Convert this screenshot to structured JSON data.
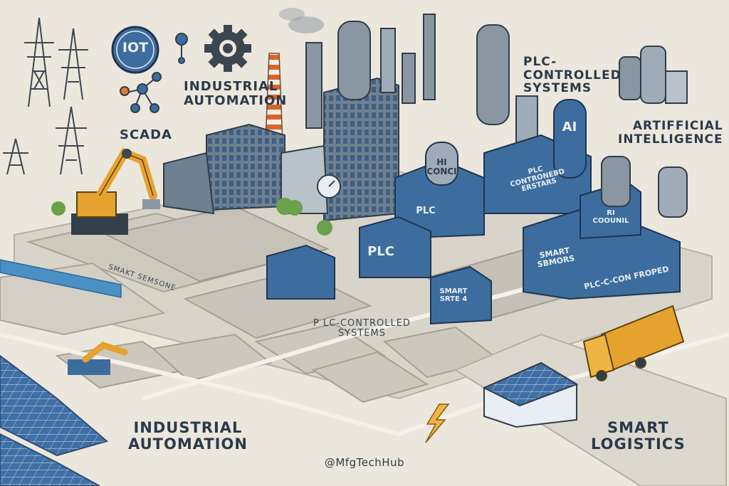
{
  "labels": {
    "iot_badge": "IOT",
    "scada": "SCADA",
    "industrial_automation_top": "INDUSTRIAL\nAUTOMATION",
    "plc_controlled_top": "PLC-\nCONTROLLED\nSYSTEMS",
    "artificial_intelligence": "ARTIFFICIAL\nINTELLIGENCE",
    "plc_controlled_mid": "P LC-CONTROLLED\nSYSTEMS",
    "industrial_automation_bottom": "INDUSTRIAL\nAUTOMATION",
    "smart_logistics": "SMART\nLOGISTICS",
    "smart_sensone": "SMAKT SEMSONE"
  },
  "signs": {
    "ai_tank": "AI",
    "hi_conci": "HI\nCONCI",
    "plc_main": "PLC",
    "plc_center": "PLC",
    "plc_contronebd": "PLC\nCONTRONEBD\nERSTARS",
    "ri_coounil": "RI\nCOOUNIL",
    "smart_sbmors": "SMART\nSBMORS",
    "plc_con_froped": "PLC-C-CON FROPED",
    "smart_srte": "SMART\nSRTE 4"
  },
  "credit": "@MfgTechHub",
  "colors": {
    "background": "#ece7dd",
    "accent_blue": "#3d6d9e",
    "industrial_orange": "#e6a22f",
    "steel_grey": "#8a97a3",
    "ink": "#2a3a4a"
  },
  "icons": [
    "iot-badge-icon",
    "network-nodes-icon",
    "gear-icon",
    "lightning-bolt-icon",
    "transmission-tower-icon",
    "robotic-arm-icon",
    "smokestack-icon",
    "delivery-truck-icon",
    "solar-panel-icon"
  ]
}
